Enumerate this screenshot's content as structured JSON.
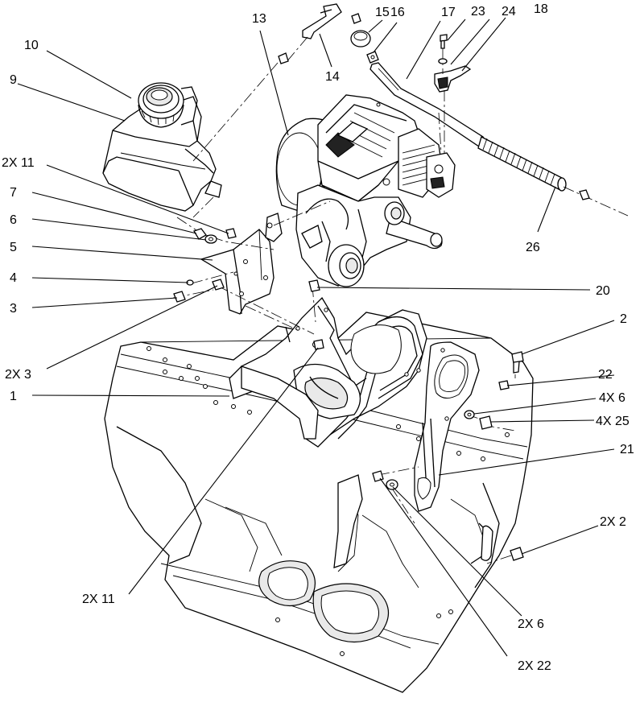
{
  "callouts": [
    {
      "id": "c10",
      "text": "10"
    },
    {
      "id": "c9",
      "text": "9"
    },
    {
      "id": "c2x11a",
      "text": "2X 11"
    },
    {
      "id": "c7",
      "text": "7"
    },
    {
      "id": "c6",
      "text": "6"
    },
    {
      "id": "c5",
      "text": "5"
    },
    {
      "id": "c4",
      "text": "4"
    },
    {
      "id": "c3",
      "text": "3"
    },
    {
      "id": "c2x3",
      "text": "2X 3"
    },
    {
      "id": "c1",
      "text": "1"
    },
    {
      "id": "c2x11b",
      "text": "2X 11"
    },
    {
      "id": "c13",
      "text": "13"
    },
    {
      "id": "c14",
      "text": "14"
    },
    {
      "id": "c15",
      "text": "15"
    },
    {
      "id": "c16",
      "text": "16"
    },
    {
      "id": "c17",
      "text": "17"
    },
    {
      "id": "c23",
      "text": "23"
    },
    {
      "id": "c24",
      "text": "24"
    },
    {
      "id": "c18",
      "text": "18"
    },
    {
      "id": "c26",
      "text": "26"
    },
    {
      "id": "c20",
      "text": "20"
    },
    {
      "id": "c2",
      "text": "2"
    },
    {
      "id": "c22",
      "text": "22"
    },
    {
      "id": "c4x6",
      "text": "4X 6"
    },
    {
      "id": "c4x25",
      "text": "4X 25"
    },
    {
      "id": "c21",
      "text": "21"
    },
    {
      "id": "c2x2",
      "text": "2X 2"
    },
    {
      "id": "c2x6",
      "text": "2X 6"
    },
    {
      "id": "c2x22",
      "text": "2X 22"
    }
  ]
}
